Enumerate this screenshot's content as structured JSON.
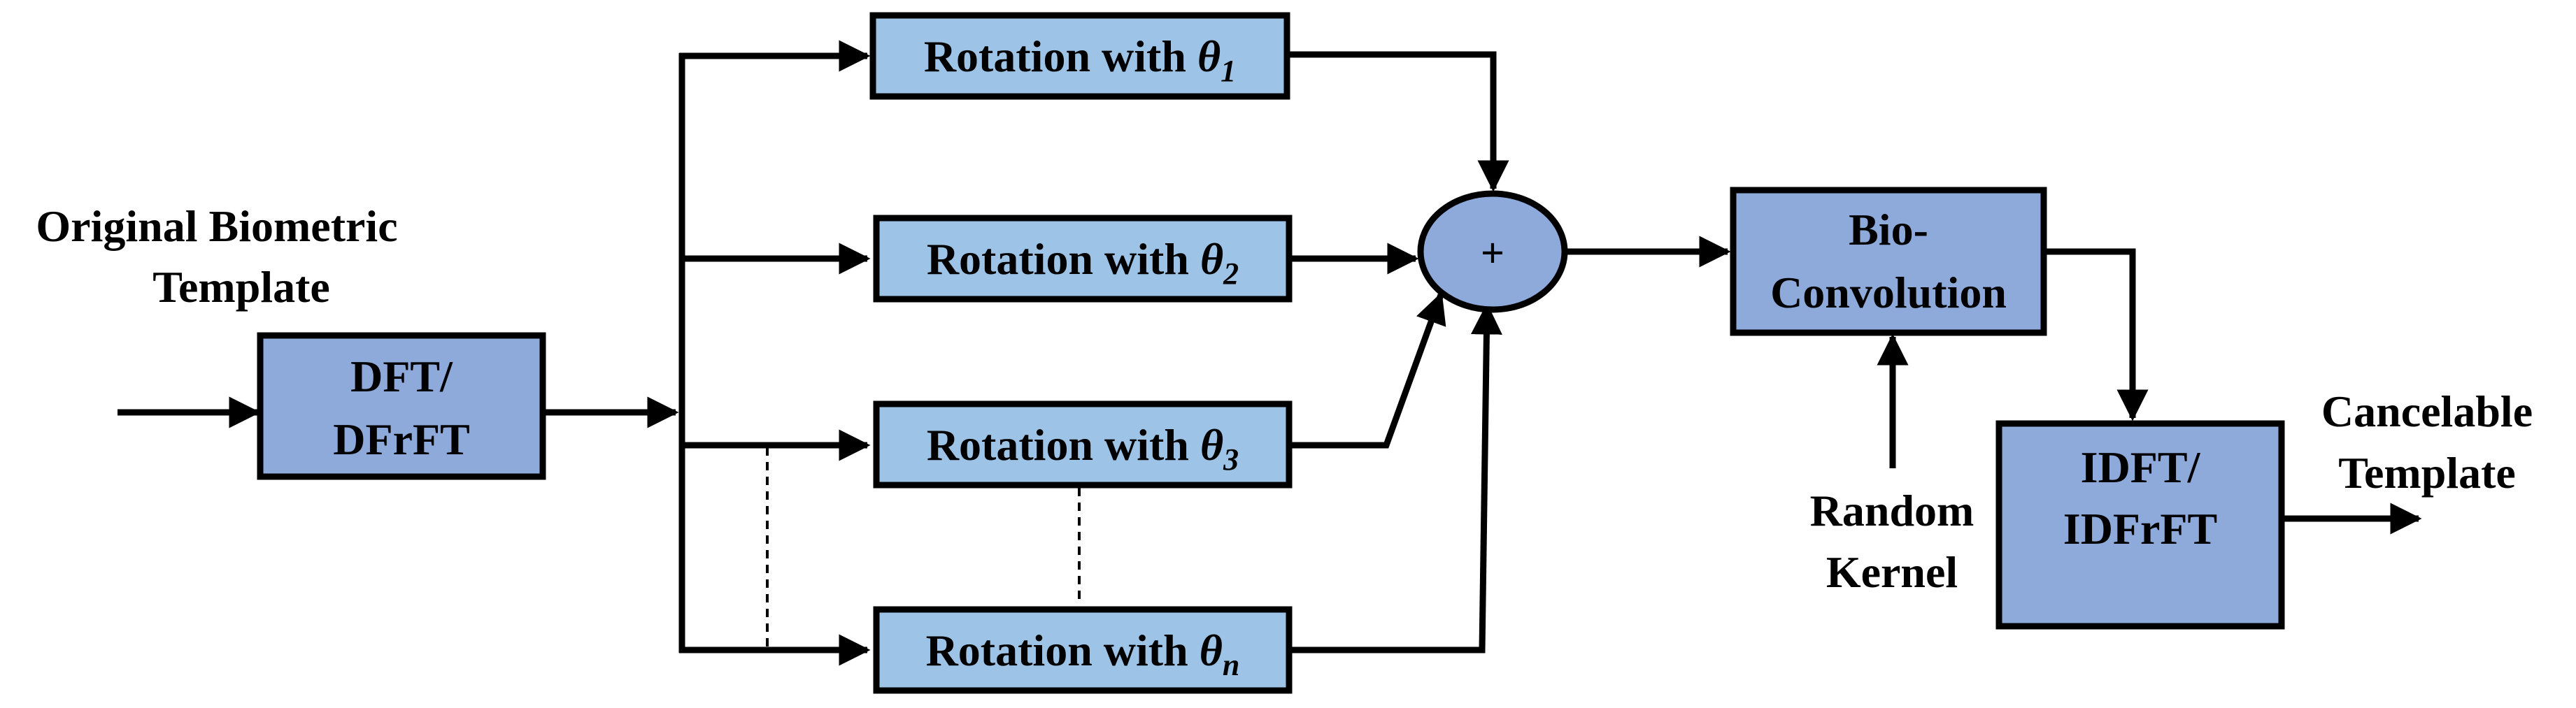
{
  "colors": {
    "box_fill": "#8eaadb",
    "rotation_fill": "#9dc3e6",
    "stroke": "#000000",
    "background": "#ffffff"
  },
  "labels": {
    "input": [
      "Original Biometric",
      "Template"
    ],
    "output": [
      "Cancelable",
      "Template"
    ],
    "random_kernel": [
      "Random",
      "Kernel"
    ]
  },
  "blocks": {
    "dft": [
      "DFT/",
      "DFrFT"
    ],
    "bio_conv": [
      "Bio-",
      "Convolution"
    ],
    "idft": [
      "IDFT/",
      "IDFrFT"
    ],
    "summer": "+"
  },
  "rotations": [
    {
      "prefix": "Rotation with ",
      "symbol": "θ",
      "subscript": "1"
    },
    {
      "prefix": "Rotation with ",
      "symbol": "θ",
      "subscript": "2"
    },
    {
      "prefix": "Rotation with ",
      "symbol": "θ",
      "subscript": "3"
    },
    {
      "prefix": "Rotation with ",
      "symbol": "θ",
      "subscript": "n"
    }
  ]
}
